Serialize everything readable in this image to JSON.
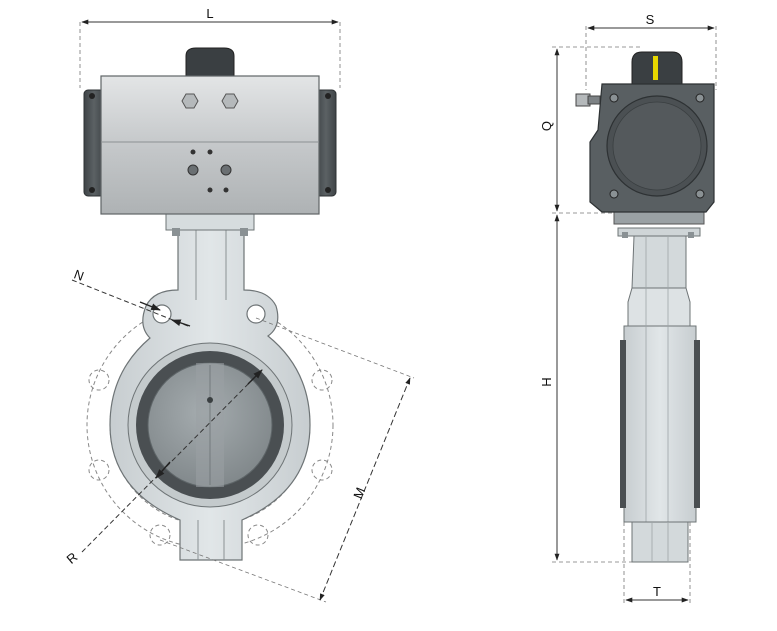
{
  "drawing": {
    "front_view": {
      "dimension_labels": {
        "L": "L",
        "N": "N",
        "M": "M",
        "R": "R"
      }
    },
    "side_view": {
      "dimension_labels": {
        "S": "S",
        "Q": "Q",
        "H": "H",
        "T": "T"
      }
    }
  },
  "colors": {
    "background": "#ffffff",
    "actuator_body": "#c9ccce",
    "actuator_end_caps": "#4e5356",
    "valve_body": "#d3d9db",
    "seat_liner": "#4a4f52",
    "disc": "#8a9194",
    "indicator_stripe": "#e8d800",
    "dimension_lines": "#555555"
  }
}
